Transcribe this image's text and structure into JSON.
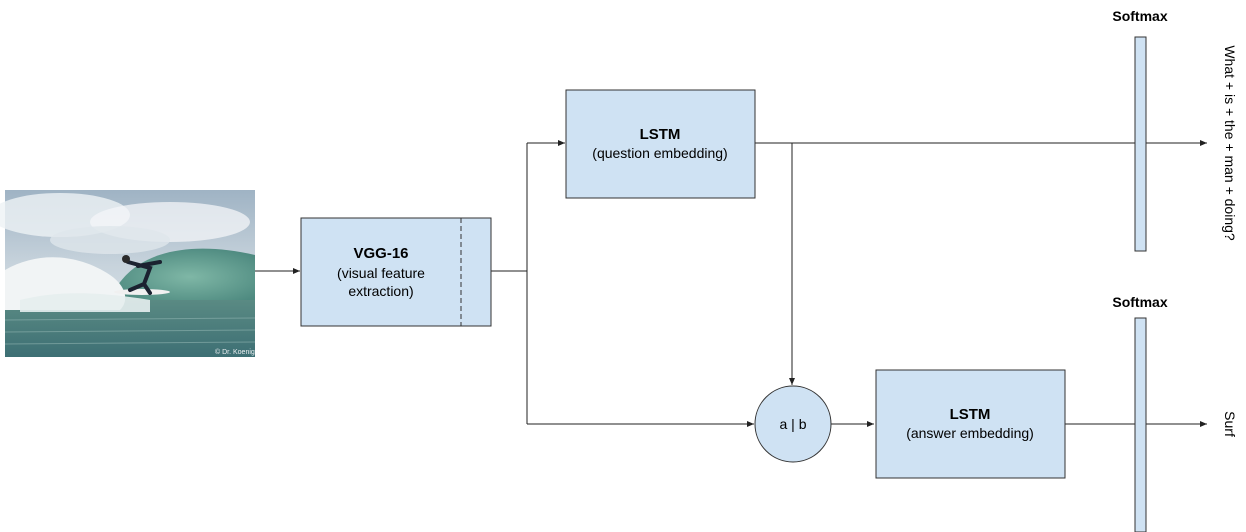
{
  "colors": {
    "box_fill": "#cfe2f3",
    "box_stroke": "#333333",
    "line": "#222222"
  },
  "photo": {
    "watermark": "© Dr. Koenig"
  },
  "vgg": {
    "title": "VGG-16",
    "line1": "(visual feature",
    "line2": "extraction)"
  },
  "lstm_question": {
    "title": "LSTM",
    "subtitle": "(question embedding)"
  },
  "lstm_answer": {
    "title": "LSTM",
    "subtitle": "(answer embedding)"
  },
  "concat": {
    "label": "a | b"
  },
  "softmax_top": {
    "label": "Softmax"
  },
  "softmax_bottom": {
    "label": "Softmax"
  },
  "outputs": {
    "question": "What + is + the + man + doing?",
    "answer": "Surf"
  }
}
